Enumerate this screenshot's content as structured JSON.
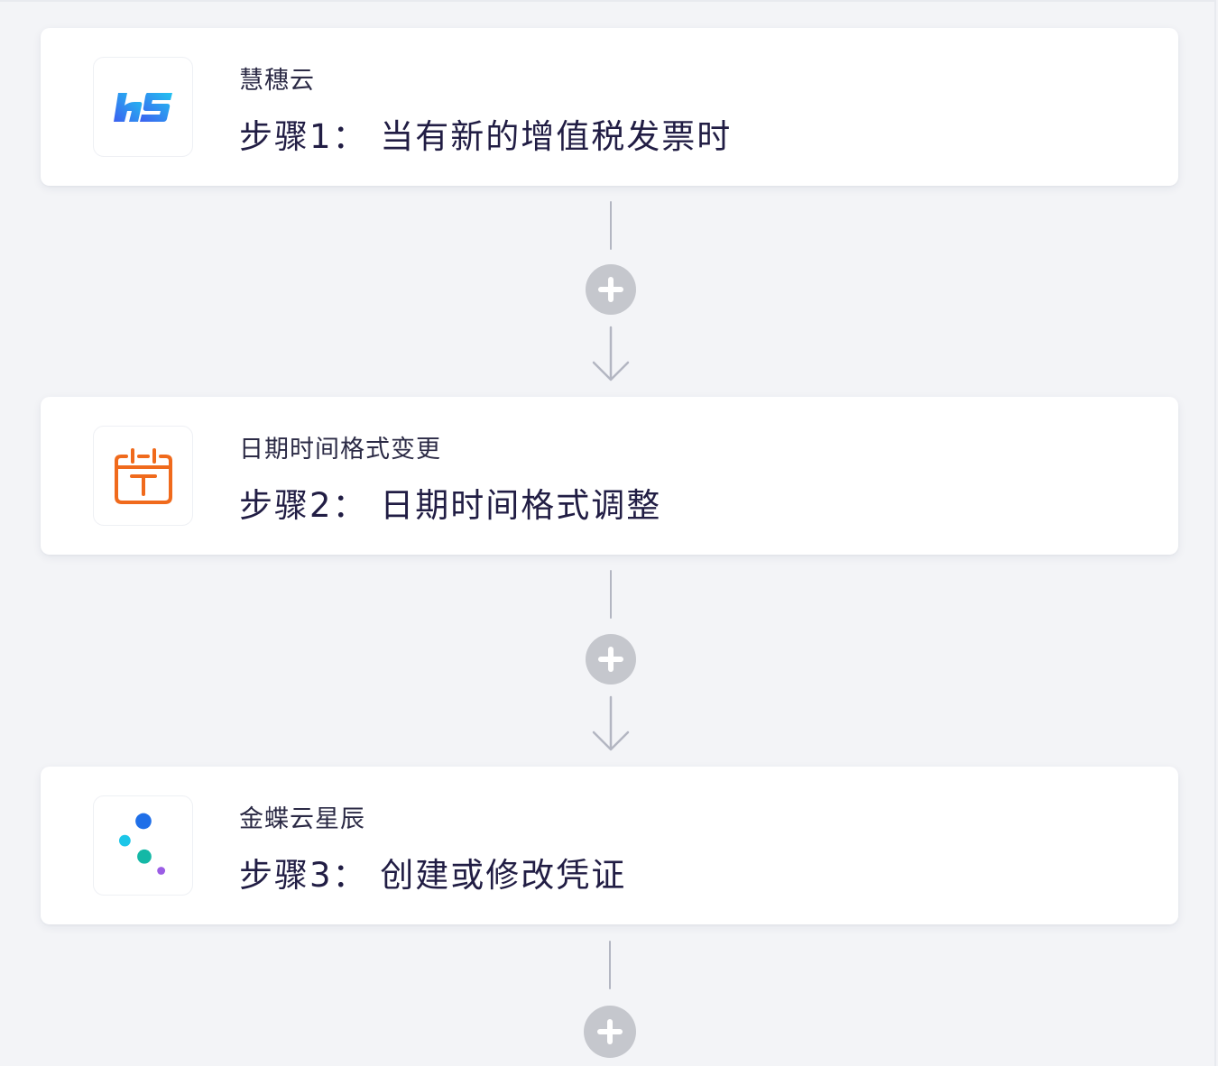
{
  "workflow": {
    "steps": [
      {
        "app_name": "慧穗云",
        "title": "步骤1： 当有新的增值税发票时",
        "icon": "huisui-cloud-logo-icon",
        "icon_color": "#3a7cf0"
      },
      {
        "app_name": "日期时间格式变更",
        "title": "步骤2： 日期时间格式调整",
        "icon": "calendar-icon",
        "icon_color": "#f06a1c"
      },
      {
        "app_name": "金蝶云星辰",
        "title": "步骤3： 创建或修改凭证",
        "icon": "kingdee-dots-logo-icon",
        "icon_colors": [
          "#1f6fe8",
          "#1cc6e8",
          "#14b8a6",
          "#9b5de5"
        ]
      }
    ],
    "add_step_icon": "plus-icon",
    "arrow_icon": "arrow-down-icon"
  },
  "colors": {
    "background": "#f3f4f7",
    "card": "#ffffff",
    "connector": "#b3b6c2",
    "add_button": "#c5c7cd",
    "text_primary": "#211d44"
  }
}
